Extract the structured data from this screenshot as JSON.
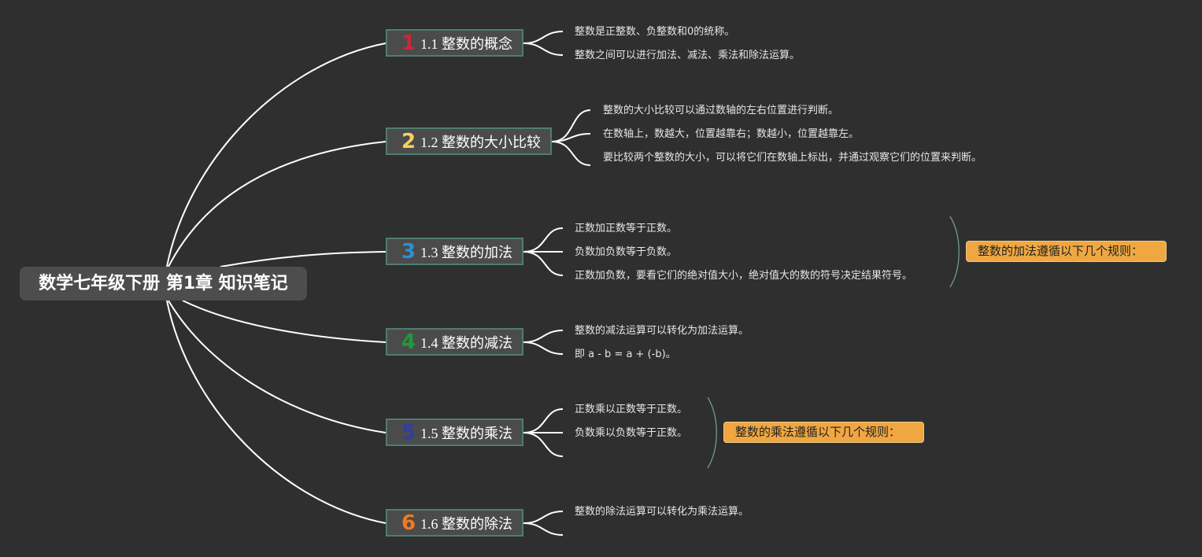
{
  "root": {
    "title": "数学七年级下册 第1章 知识笔记"
  },
  "colors": {
    "background": "#2f2f2f",
    "link": "#ffffff",
    "topic_border": "#4f7d70",
    "bracket": "#6f9c8c",
    "callout": "#f0a741",
    "num1": "#c8283b",
    "num2": "#f2d15c",
    "num3": "#2d8fd5",
    "num4": "#1e9b3a",
    "num5": "#2f3fa0",
    "num6": "#f07a1e"
  },
  "topics": [
    {
      "num": "1",
      "label": "1.1 整数的概念",
      "notes": [
        "整数是正整数、负整数和0的统称。",
        "整数之间可以进行加法、减法、乘法和除法运算。"
      ]
    },
    {
      "num": "2",
      "label": "1.2 整数的大小比较",
      "notes": [
        "整数的大小比较可以通过数轴的左右位置进行判断。",
        "在数轴上，数越大，位置越靠右；数越小，位置越靠左。",
        "要比较两个整数的大小，可以将它们在数轴上标出，并通过观察它们的位置来判断。"
      ]
    },
    {
      "num": "3",
      "label": "1.3 整数的加法",
      "notes": [
        "正数加正数等于正数。",
        "负数加负数等于负数。",
        "正数加负数，要看它们的绝对值大小，绝对值大的数的符号决定结果符号。"
      ],
      "callout": "整数的加法遵循以下几个规则："
    },
    {
      "num": "4",
      "label": "1.4 整数的减法",
      "notes": [
        "整数的减法运算可以转化为加法运算。",
        "即 a - b = a + (-b)。"
      ]
    },
    {
      "num": "5",
      "label": "1.5 整数的乘法",
      "notes": [
        "正数乘以正数等于正数。",
        "负数乘以负数等于正数。"
      ],
      "callout": "整数的乘法遵循以下几个规则："
    },
    {
      "num": "6",
      "label": "1.6 整数的除法",
      "notes": [
        "整数的除法运算可以转化为乘法运算。"
      ]
    }
  ]
}
